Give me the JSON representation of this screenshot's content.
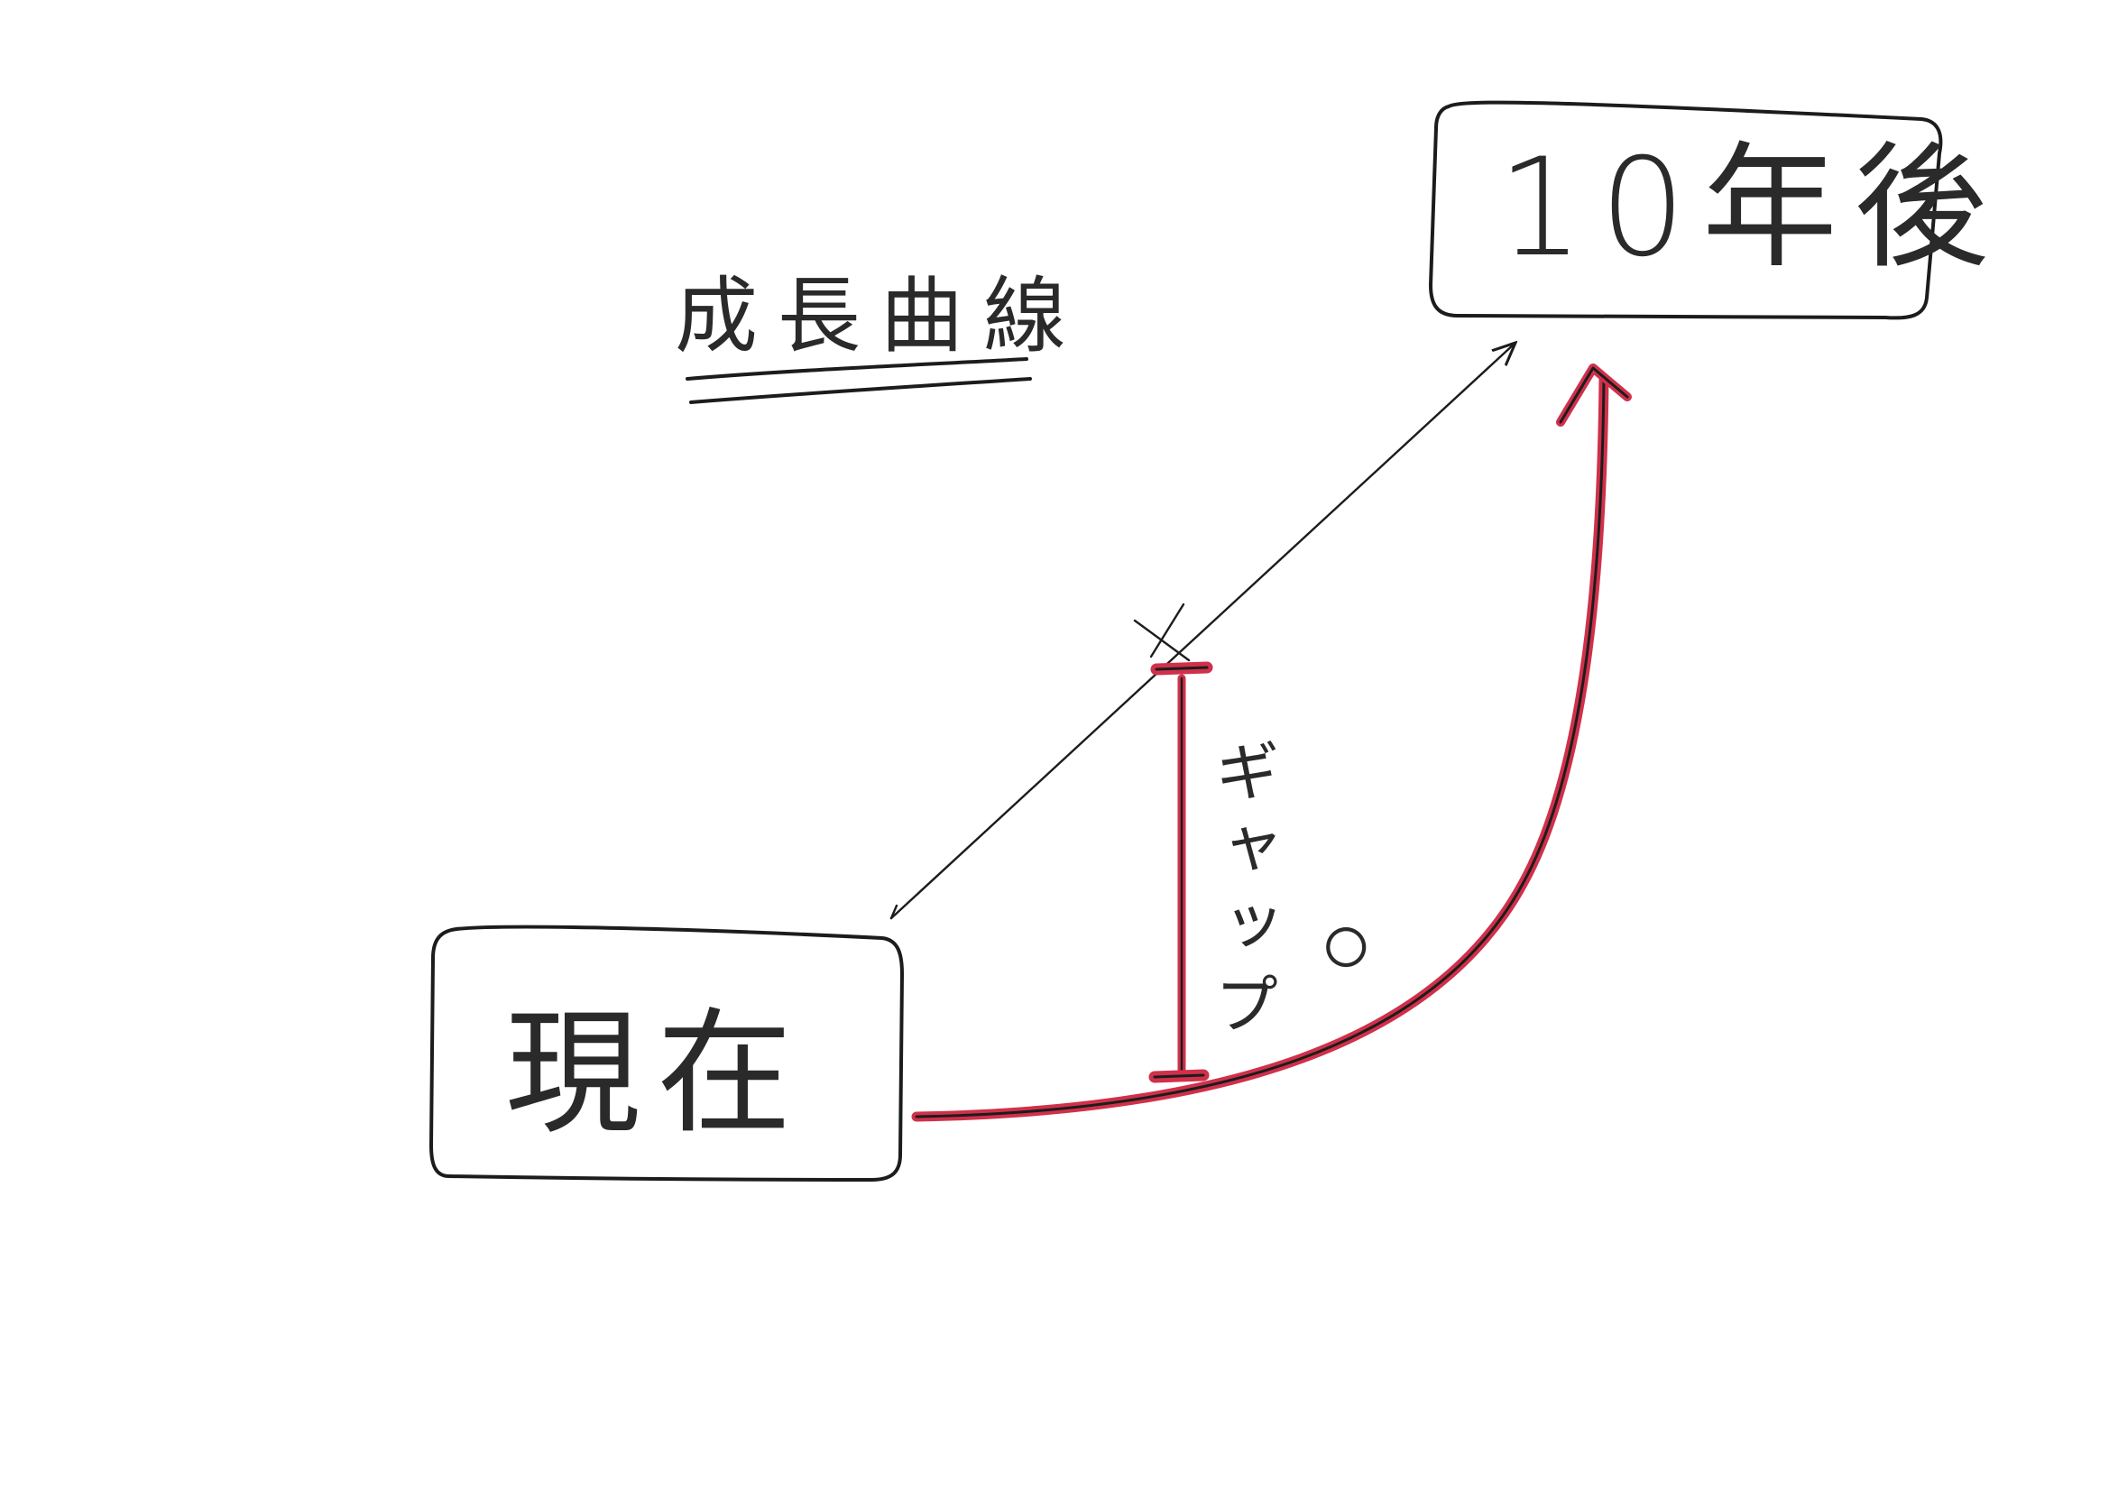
{
  "title": "成長曲線",
  "boxes": {
    "current": "現在",
    "future": "10年後"
  },
  "annotations": {
    "gap": "ギャップ",
    "cross_mark": "×",
    "circle_mark": "○"
  },
  "colors": {
    "ink": "#1c1c1c",
    "accent": "#d0304a",
    "paper": "#ffffff"
  }
}
